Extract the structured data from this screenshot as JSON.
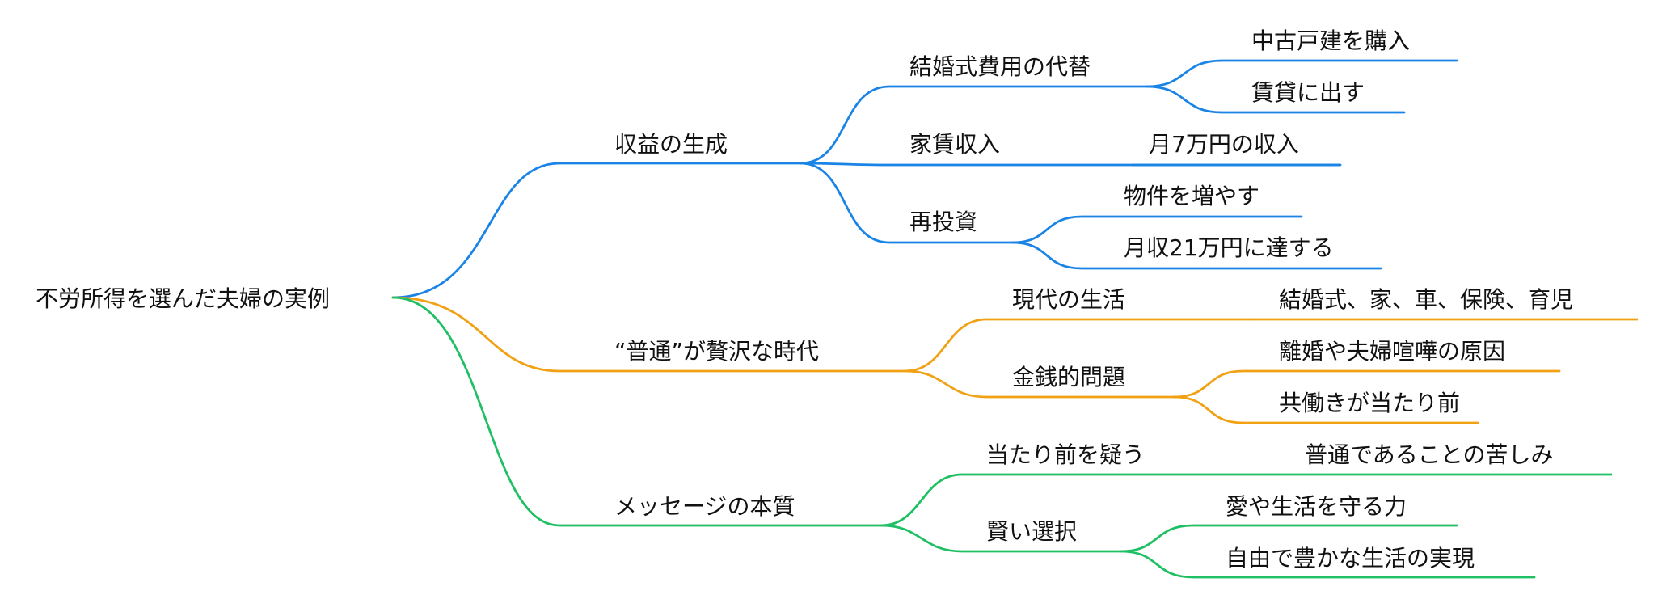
{
  "colors": {
    "branch1": "#1a84e6",
    "branch2": "#f0a114",
    "branch3": "#1fbf63",
    "text": "#111111"
  },
  "root": {
    "label": "不労所得を選んだ夫婦の実例"
  },
  "branches": [
    {
      "label": "収益の生成",
      "children": [
        {
          "label": "結婚式費用の代替",
          "children": [
            {
              "label": "中古戸建を購入"
            },
            {
              "label": "賃貸に出す"
            }
          ]
        },
        {
          "label": "家賃収入",
          "children": [
            {
              "label": "月7万円の収入"
            }
          ]
        },
        {
          "label": "再投資",
          "children": [
            {
              "label": "物件を増やす"
            },
            {
              "label": "月収21万円に達する"
            }
          ]
        }
      ]
    },
    {
      "label": "“普通”が贅沢な時代",
      "children": [
        {
          "label": "現代の生活",
          "children": [
            {
              "label": "結婚式、家、車、保険、育児"
            }
          ]
        },
        {
          "label": "金銭的問題",
          "children": [
            {
              "label": "離婚や夫婦喧嘩の原因"
            },
            {
              "label": "共働きが当たり前"
            }
          ]
        }
      ]
    },
    {
      "label": "メッセージの本質",
      "children": [
        {
          "label": "当たり前を疑う",
          "children": [
            {
              "label": "普通であることの苦しみ"
            }
          ]
        },
        {
          "label": "賢い選択",
          "children": [
            {
              "label": "愛や生活を守る力"
            },
            {
              "label": "自由で豊かな生活の実現"
            }
          ]
        }
      ]
    }
  ]
}
